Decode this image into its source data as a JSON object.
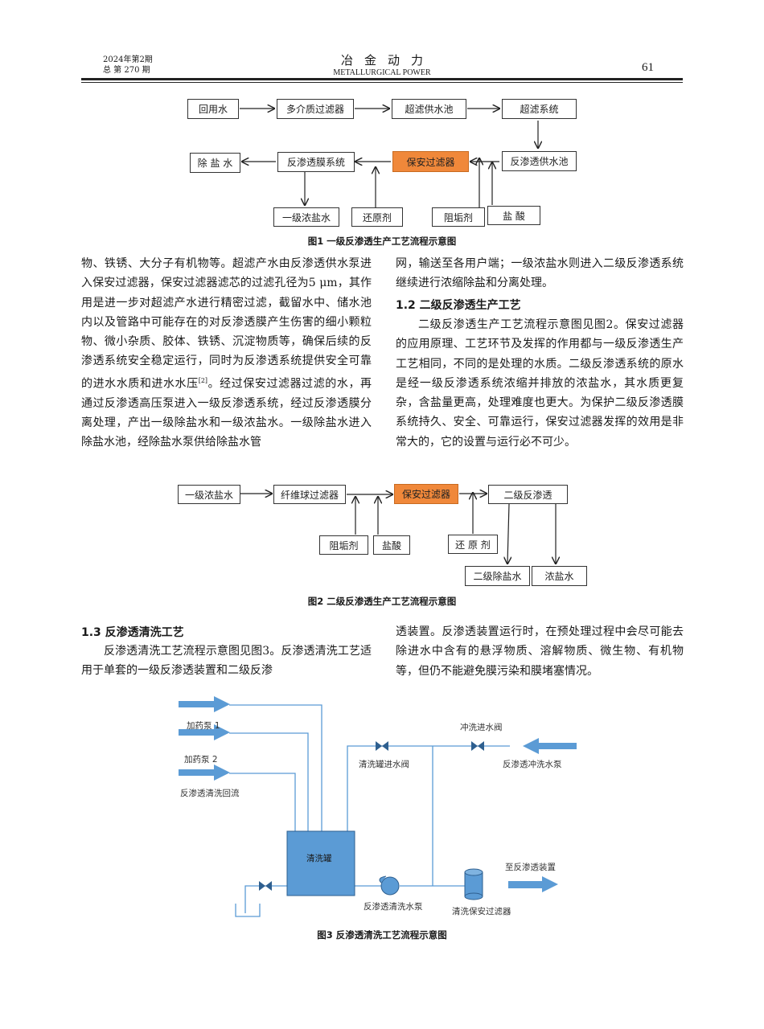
{
  "header": {
    "issue_line1": "2024年第2期",
    "issue_line2": "总 第 270 期",
    "journal_cn": "冶金动力",
    "journal_en": "METALLURGICAL POWER",
    "page_number": "61"
  },
  "figure1": {
    "boxes": {
      "recycled_water": "回用水",
      "multimedia_filter": "多介质过滤器",
      "uf_feed_tank": "超滤供水池",
      "uf_system": "超滤系统",
      "demin_water": "除 盐 水",
      "ro_membrane_system": "反渗透膜系统",
      "security_filter": "保安过滤器",
      "ro_feed_tank": "反渗透供水池",
      "primary_brine": "一级浓盐水",
      "reducing_agent": "还原剂",
      "scale_inhibitor": "阻垢剂",
      "hydrochloric_acid": "盐 酸"
    },
    "caption": "图1 一级反渗透生产工艺流程示意图"
  },
  "body1": {
    "left_paragraph": "物、铁锈、大分子有机物等。超滤产水由反渗透供水泵进入保安过滤器，保安过滤器滤芯的过滤孔径为5 μm，其作用是进一步对超滤产水进行精密过滤，截留水中、储水池内以及管路中可能存在的对反渗透膜产生伤害的细小颗粒物、微小杂质、胶体、铁锈、沉淀物质等，确保后续的反渗透系统安全稳定运行，同时为反渗透系统提供安全可靠的进水水质和进水水压",
    "left_citation": "[2]",
    "left_paragraph_tail": "。经过保安过滤器过滤的水，再通过反渗透高压泵进入一级反渗透系统，经过反渗透膜分离处理，产出一级除盐水和一级浓盐水。一级除盐水进入除盐水池，经除盐水泵供给除盐水管",
    "right_paragraph_1": "网，输送至各用户端；一级浓盐水则进入二级反渗透系统继续进行浓缩除盐和分离处理。",
    "section_1_2": "1.2 二级反渗透生产工艺",
    "right_paragraph_2": "二级反渗透生产工艺流程示意图见图2。保安过滤器的应用原理、工艺环节及发挥的作用都与一级反渗透生产工艺相同，不同的是处理的水质。二级反渗透系统的原水是经一级反渗透系统浓缩并排放的浓盐水，其水质更复杂，含盐量更高，处理难度也更大。为保护二级反渗透膜系统持久、安全、可靠运行，保安过滤器发挥的效用是非常大的，它的设置与运行必不可少。"
  },
  "figure2": {
    "boxes": {
      "primary_brine": "一级浓盐水",
      "fiber_ball_filter": "纤维球过滤器",
      "security_filter": "保安过滤器",
      "secondary_ro": "二级反渗透",
      "scale_inhibitor": "阻垢剂",
      "hydrochloric_acid": "盐酸",
      "reducing_agent": "还 原 剂",
      "secondary_demin": "二级除盐水",
      "brine": "浓盐水"
    },
    "caption": "图2 二级反渗透生产工艺流程示意图"
  },
  "body2": {
    "section_1_3": "1.3 反渗透清洗工艺",
    "left_paragraph": "反渗透清洗工艺流程示意图见图3。反渗透清洗工艺适用于单套的一级反渗透装置和二级反渗",
    "right_paragraph": "透装置。反渗透装置运行时，在预处理过程中会尽可能去除进水中含有的悬浮物质、溶解物质、微生物、有机物等，但仍不能避免膜污染和膜堵塞情况。"
  },
  "figure3": {
    "labels": {
      "dosing_pump_1": "加药泵 1",
      "dosing_pump_2": "加药泵 2",
      "ro_cleaning_return": "反渗透清洗回流",
      "flush_inlet_valve": "冲洗进水阀",
      "tank_inlet_valve": "清洗罐进水阀",
      "ro_flush_pump": "反渗透冲洗水泵",
      "cleaning_tank": "清洗罐",
      "to_ro_device": "至反渗透装置",
      "ro_cleaning_pump": "反渗透清洗水泵",
      "cleaning_security_filter": "清洗保安过滤器"
    },
    "colors": {
      "pipe": "#5b9bd5",
      "tank": "#5b9bd5"
    },
    "caption": "图3 反渗透清洗工艺流程示意图"
  }
}
